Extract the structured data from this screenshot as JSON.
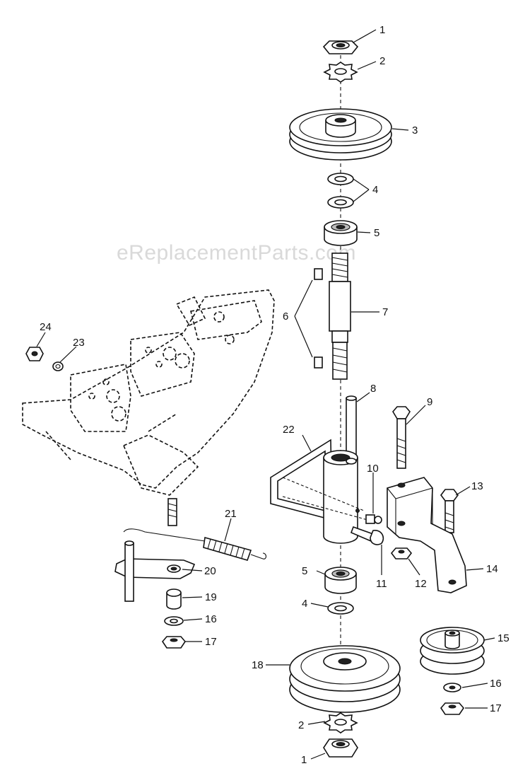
{
  "watermark": "eReplacementParts.com",
  "callouts": [
    "1",
    "2",
    "3",
    "4",
    "5",
    "6",
    "7",
    "8",
    "9",
    "10",
    "11",
    "12",
    "13",
    "14",
    "15",
    "16",
    "17",
    "18",
    "19",
    "20",
    "21",
    "22",
    "23",
    "24"
  ]
}
